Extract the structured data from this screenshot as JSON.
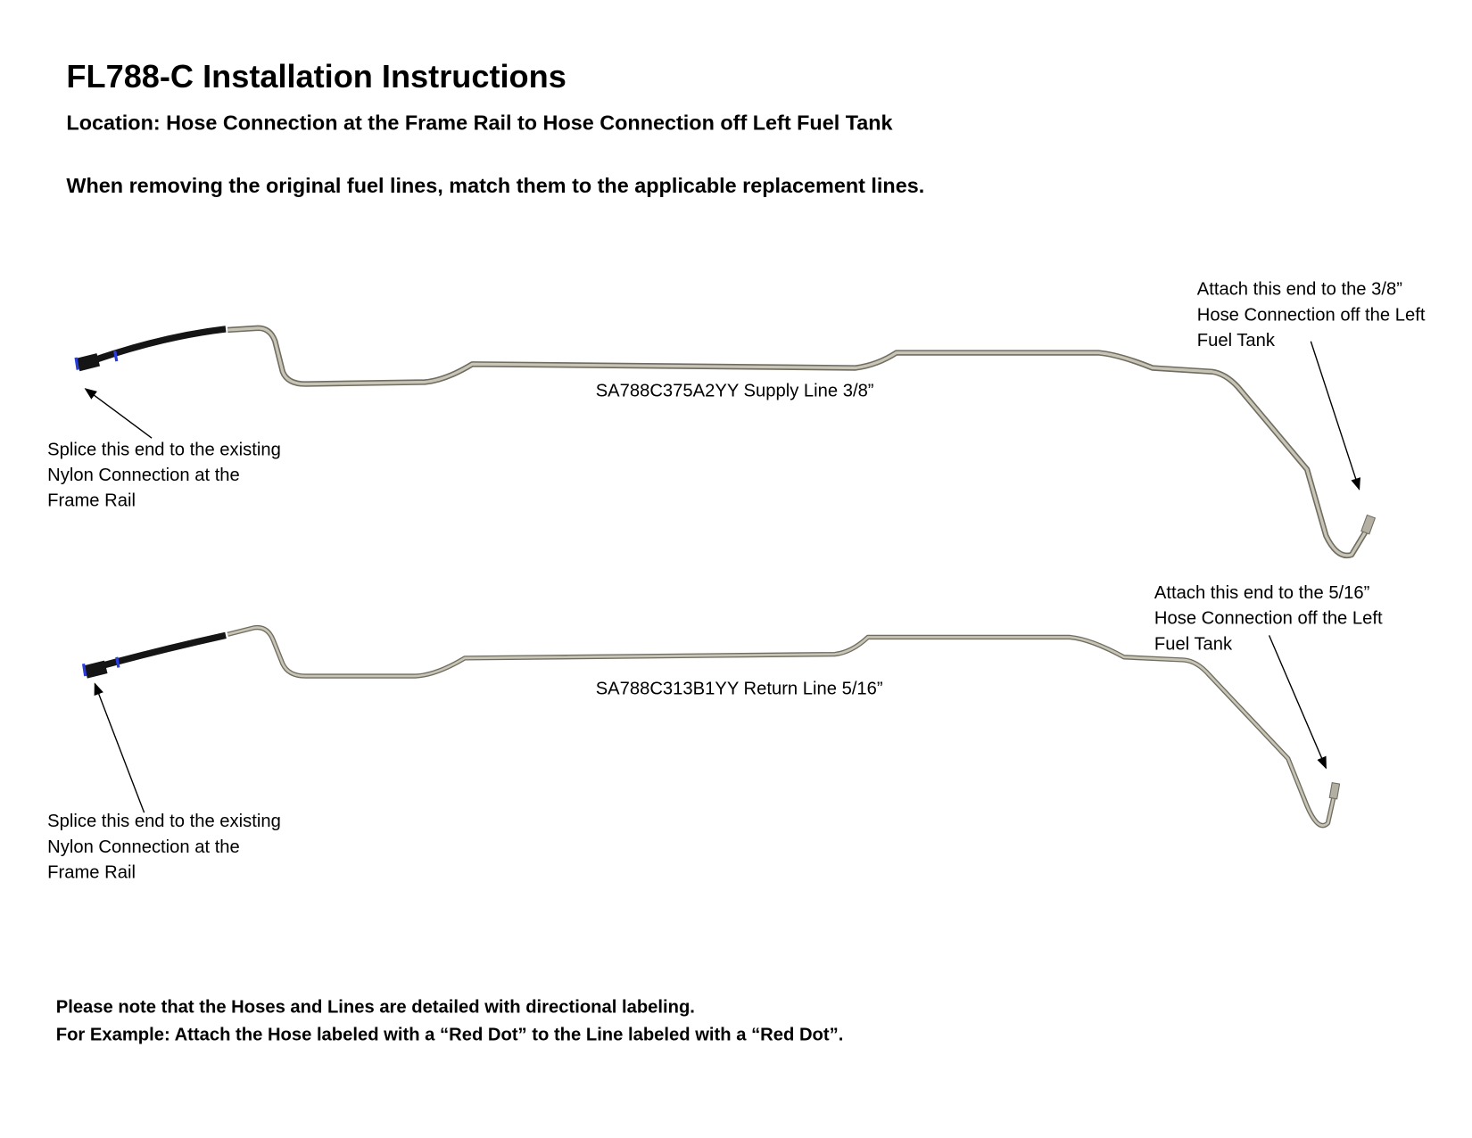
{
  "title": "FL788-C Installation Instructions",
  "location": "Location: Hose Connection at the Frame Rail to Hose Connection off Left Fuel Tank",
  "instruction": "When removing the original fuel lines, match them to the applicable replacement lines.",
  "supply": {
    "part_label": "SA788C375A2YY Supply Line 3/8”",
    "left_callout": [
      "Splice this end to the existing",
      "Nylon Connection at the",
      "Frame Rail"
    ],
    "right_callout": [
      "Attach this end to the 3/8”",
      "Hose Connection off the Left",
      "Fuel Tank"
    ]
  },
  "return": {
    "part_label": "SA788C313B1YY Return Line 5/16”",
    "left_callout": [
      "Splice this end to the existing",
      "Nylon Connection at the",
      "Frame Rail"
    ],
    "right_callout": [
      "Attach this end to the 5/16”",
      "Hose Connection off the Left",
      "Fuel Tank"
    ]
  },
  "notes": [
    "Please note that the Hoses and Lines are detailed with directional labeling.",
    "For Example: Attach the Hose labeled with a “Red Dot” to the Line labeled with a “Red Dot”."
  ],
  "colors": {
    "pipe": "#a4a08f",
    "pipe_edge": "#6f6c60",
    "hose": "#151515",
    "connector_ring": "#2a3ee0"
  }
}
